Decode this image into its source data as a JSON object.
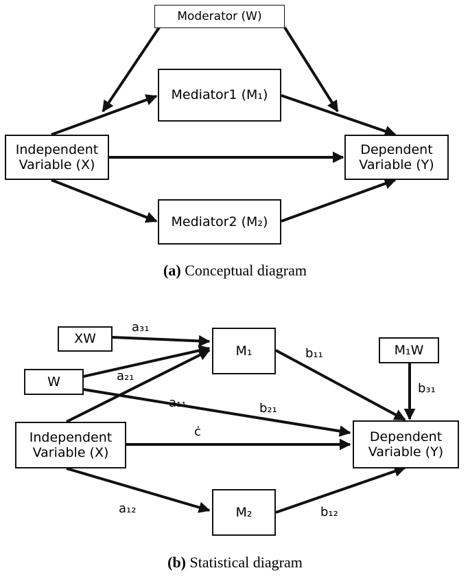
{
  "conceptual": {
    "moderator": "Moderator (W)",
    "mediator1": "Mediator1 (M₁)",
    "mediator2": "Mediator2 (M₂)",
    "independent": [
      "Independent",
      "Variable (X)"
    ],
    "dependent": [
      "Dependent",
      "Variable (Y)"
    ],
    "caption_tag": "(a)",
    "caption_text": "Conceptual diagram"
  },
  "statistical": {
    "xw": "XW",
    "w": "W",
    "m1": "M₁",
    "m2": "M₂",
    "m1w": "M₁W",
    "independent": [
      "Independent",
      "Variable (X)"
    ],
    "dependent": [
      "Dependent",
      "Variable (Y)"
    ],
    "paths": {
      "a31": "a₃₁",
      "a21": "a₂₁",
      "a11": "a₁₁",
      "b11": "b₁₁",
      "b21": "b₂₁",
      "b31": "b₃₁",
      "c_prime": "ċ",
      "a12": "a₁₂",
      "b12": "b₁₂"
    },
    "caption_tag": "(b)",
    "caption_text": "Statistical diagram"
  }
}
